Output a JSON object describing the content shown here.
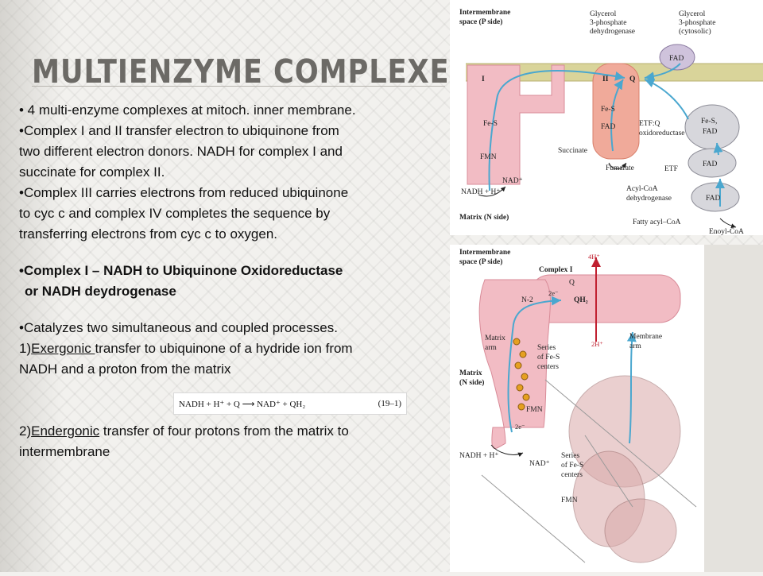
{
  "slide": {
    "title": "Multienzyme complexes",
    "bullets": {
      "b1": "• 4 multi-enzyme complexes at mitoch. inner membrane.",
      "b2_l1": "•Complex I and II transfer electron to ubiquinone from",
      "b2_l2": "two different electron donors. NADH for complex I and",
      "b2_l3": "succinate for complex II.",
      "b3_l1": "•Complex III carries electrons from reduced ubiquinone",
      "b3_l2": "to cyc c and complex IV completes the sequence by",
      "b3_l3": "transferring electrons from cyc c to oxygen.",
      "b4_l1": "•Complex I – NADH to Ubiquinone Oxidoreductase",
      "b4_l2": "or NADH deydrogenase",
      "b5": "•Catalyzes two simultaneous and coupled processes.",
      "b6_prefix": "1)",
      "b6_underlined": "Exergonic ",
      "b6_rest": "transfer to ubiquinone of a hydride ion from",
      "b6_l2": "NADH and a proton from the matrix",
      "b7_prefix": "2)",
      "b7_underlined": "Endergonic",
      "b7_rest": " transfer of four protons from the matrix to",
      "b7_l2": "intermembrane"
    },
    "equation": {
      "text": "NADH + H⁺ + Q ⟶ NAD⁺ + QH₂",
      "number": "(19–1)"
    }
  },
  "figure_top": {
    "intermembrane_l1": "Intermembrane",
    "intermembrane_l2": "space (P side)",
    "g3pdh_l1": "Glycerol",
    "g3pdh_l2": "3-phosphate",
    "g3pdh_l3": "dehydrogenase",
    "g3p_l1": "Glycerol",
    "g3p_l2": "3-phosphate",
    "g3p_l3": "(cytosolic)",
    "fad": "FAD",
    "complex1": "I",
    "complex2": "II",
    "q": "Q",
    "fes": "Fe-S",
    "fes_fad": "Fe-S,",
    "fmn": "FMN",
    "nad": "NAD⁺",
    "nadh": "NADH + H⁺",
    "succinate": "Succinate",
    "fumarate": "Fumarate",
    "etfq_l1": "ETF:Q",
    "etfq_l2": "oxidoreductase",
    "etf": "ETF",
    "acyl_l1": "Acyl-CoA",
    "acyl_l2": "dehydrogenase",
    "fatty_acyl": "Fatty acyl–CoA",
    "enoyl": "Enoyl-CoA",
    "matrix": "Matrix (N side)"
  },
  "figure_bottom": {
    "intermembrane_l1": "Intermembrane",
    "intermembrane_l2": "space (P side)",
    "complex1": "Complex I",
    "h4": "4H⁺",
    "q": "Q",
    "qh2": "QH₂",
    "n2": "N-2",
    "e2": "2e⁻",
    "matrix_arm_l1": "Matrix",
    "matrix_arm_l2": "arm",
    "series_l1": "Series",
    "series_l2": "of Fe-S",
    "series_l3": "centers",
    "h2": "2H⁺",
    "membrane_l1": "Membrane",
    "membrane_l2": "arm",
    "matrix_l1": "Matrix",
    "matrix_l2": "(N side)",
    "fmn": "FMN",
    "nadh": "NADH + H⁺",
    "nad": "NAD⁺",
    "series2_l1": "Series",
    "series2_l2": "of Fe-S",
    "series2_l3": "centers",
    "fmn2": "FMN"
  }
}
